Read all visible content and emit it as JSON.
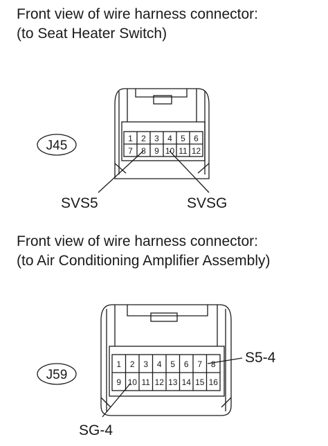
{
  "connector_1": {
    "title_line1": "Front view of wire harness connector:",
    "title_line2": "(to Seat Heater Switch)",
    "id": "J45",
    "pins_row1": [
      "1",
      "2",
      "3",
      "4",
      "5",
      "6"
    ],
    "pins_row2": [
      "7",
      "8",
      "9",
      "10",
      "11",
      "12"
    ],
    "callouts": [
      "SVS5",
      "SVSG"
    ]
  },
  "connector_2": {
    "title_line1": "Front view of wire harness connector:",
    "title_line2": "(to Air Conditioning Amplifier Assembly)",
    "id": "J59",
    "pins_row1": [
      "1",
      "2",
      "3",
      "4",
      "5",
      "6",
      "7",
      "8"
    ],
    "pins_row2": [
      "9",
      "10",
      "11",
      "12",
      "13",
      "14",
      "15",
      "16"
    ],
    "callouts": [
      "S5-4",
      "SG-4"
    ]
  }
}
